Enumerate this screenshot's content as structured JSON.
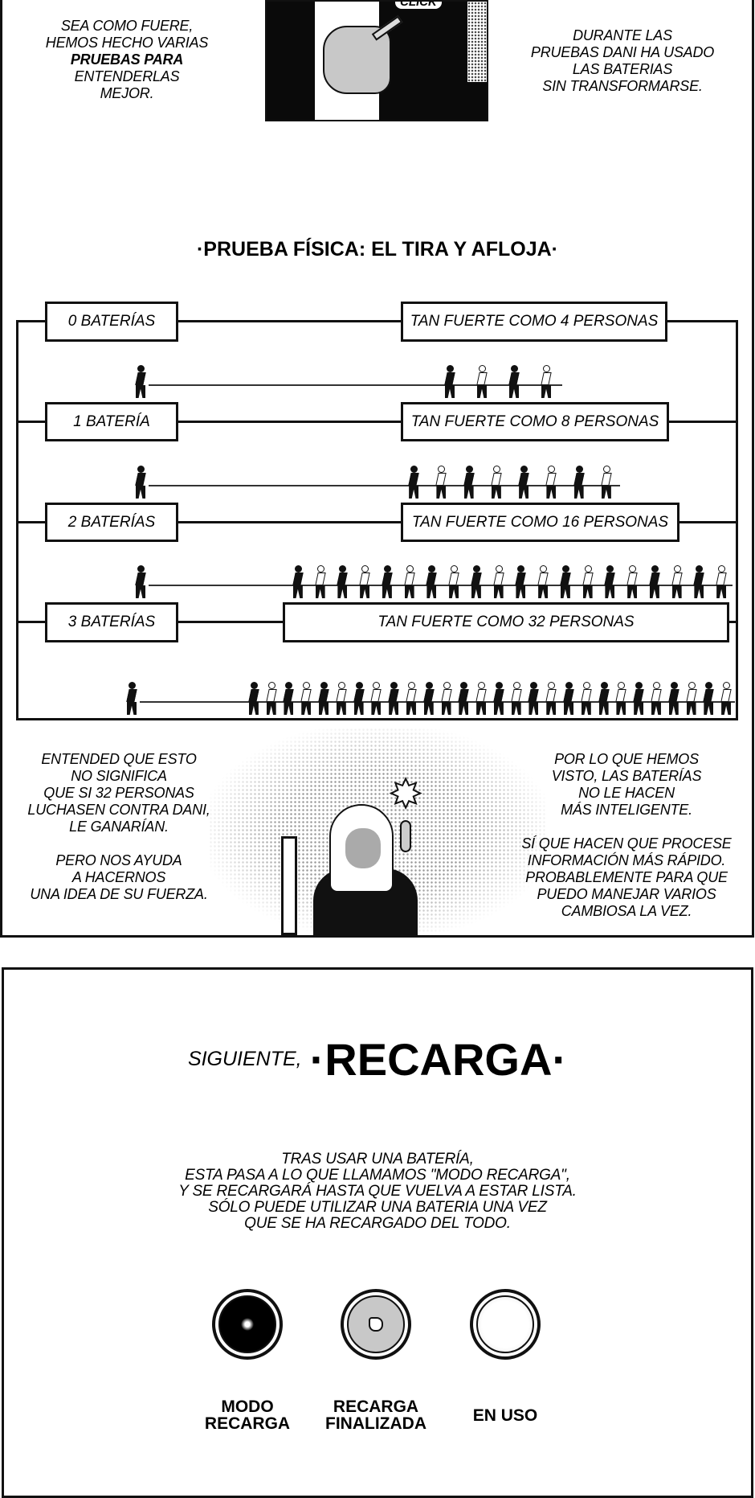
{
  "intro": {
    "left_text": [
      "SEA COMO FUERE,",
      "HEMOS HECHO VARIAS",
      "PRUEBAS PARA",
      "ENTENDERLAS",
      "MEJOR."
    ],
    "sfx": "CLICK",
    "right_text": [
      "DURANTE LAS",
      "PRUEBAS DANI HA USADO",
      "LAS BATERIAS",
      "SIN TRANSFORMARSE."
    ]
  },
  "test": {
    "title": "·PRUEBA FÍSICA: EL TIRA Y AFLOJA·",
    "rows": [
      {
        "batteries": "0 BATERÍAS",
        "strength": "TAN FUERTE COMO 4 PERSONAS",
        "people": 4
      },
      {
        "batteries": "1 BATERÍA",
        "strength": "TAN FUERTE COMO 8 PERSONAS",
        "people": 8
      },
      {
        "batteries": "2 BATERÍAS",
        "strength": "TAN FUERTE COMO 16 PERSONAS",
        "people": 16
      },
      {
        "batteries": "3 BATERÍAS",
        "strength": "TAN FUERTE COMO 32 PERSONAS",
        "people": 32
      }
    ],
    "left_note": [
      "ENTENDED QUE ESTO",
      "NO SIGNIFICA",
      "QUE SI 32 PERSONAS",
      "LUCHASEN CONTRA DANI,",
      "LE GANARÍAN.",
      "",
      "PERO NOS AYUDA",
      "A HACERNOS",
      "UNA IDEA DE SU FUERZA."
    ],
    "right_note": [
      "POR LO QUE HEMOS",
      "VISTO, LAS BATERÍAS",
      "NO LE HACEN",
      "MÁS INTELIGENTE.",
      "",
      "SÍ QUE HACEN QUE PROCESE",
      "INFORMACIÓN MÁS RÁPIDO.",
      "PROBABLEMENTE PARA QUE",
      "PUEDO MANEJAR VARIOS",
      "CAMBIOSA LA VEZ."
    ]
  },
  "recharge": {
    "prefix": "SIGUIENTE,",
    "title": "·RECARGA·",
    "paragraph": [
      "TRAS USAR UNA BATERÍA,",
      "ESTA PASA A LO QUE LLAMAMOS \"MODO RECARGA\",",
      "Y SE RECARGARÁ HASTA QUE VUELVA A ESTAR LISTA.",
      "SÓLO PUEDE UTILIZAR UNA BATERIA UNA VEZ",
      "QUE SE HA RECARGADO DEL TODO."
    ],
    "states": [
      {
        "label1": "MODO",
        "label2": "RECARGA",
        "color": "#000000"
      },
      {
        "label1": "RECARGA",
        "label2": "FINALIZADA",
        "color": "#c8c8c8"
      },
      {
        "label1": "EN USO",
        "label2": "",
        "color": "#ffffff"
      }
    ]
  }
}
